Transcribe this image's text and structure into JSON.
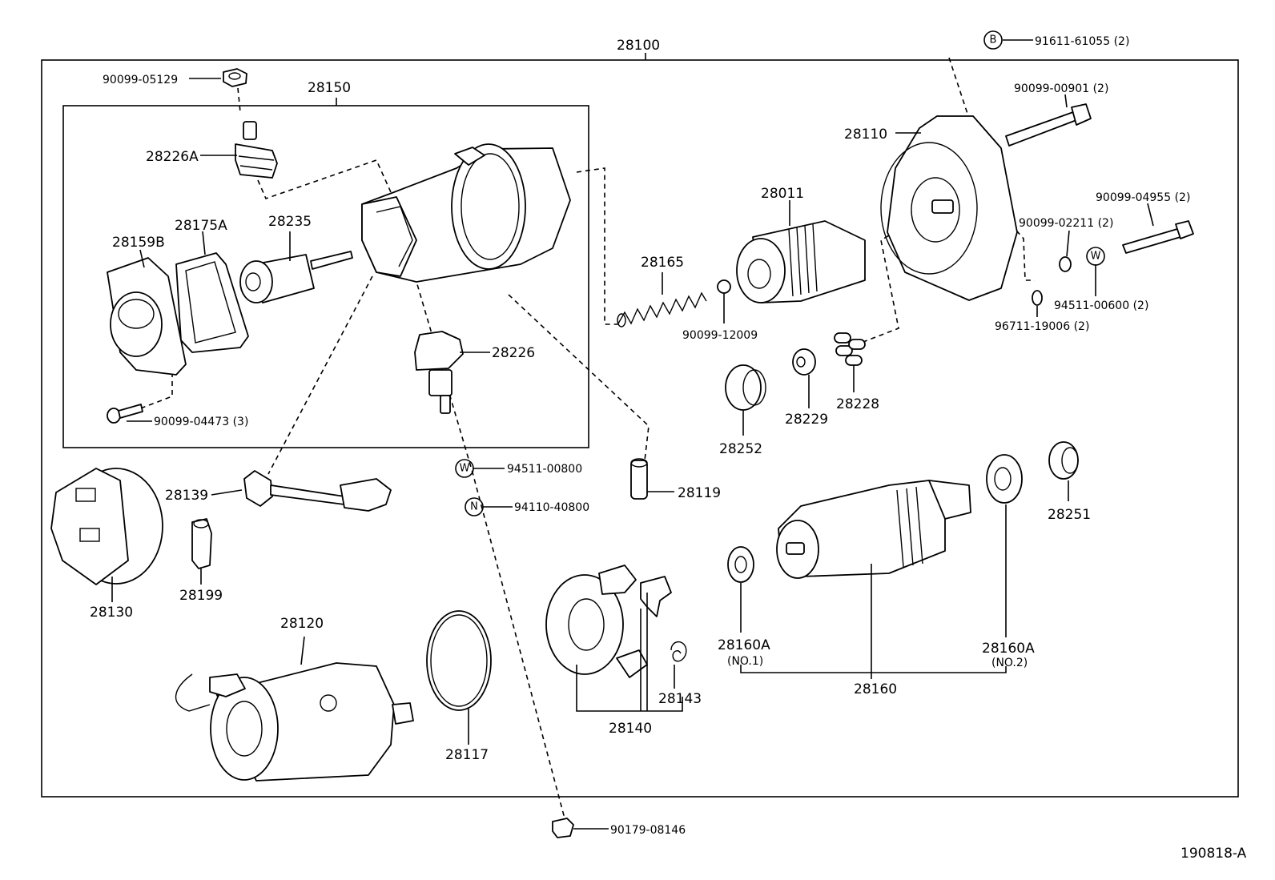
{
  "assembly": {
    "main": "28100",
    "sub": "28150"
  },
  "labels": {
    "p90099_05129": "90099-05129",
    "p28226A": "28226A",
    "p28159B": "28159B",
    "p28175A": "28175A",
    "p28235": "28235",
    "p28226": "28226",
    "p90099_04473": "90099-04473 (3)",
    "p94511_00800": "94511-00800",
    "p94110_40800": "94110-40800",
    "p28139": "28139",
    "p28199": "28199",
    "p28130": "28130",
    "p28120": "28120",
    "p28117": "28117",
    "p90179_08146": "90179-08146",
    "p28119": "28119",
    "p28165": "28165",
    "p90099_12009": "90099-12009",
    "p28011": "28011",
    "p28252": "28252",
    "p28229": "28229",
    "p28228": "28228",
    "p28110": "28110",
    "p91611_61055": "91611-61055 (2)",
    "p90099_00901": "90099-00901 (2)",
    "p90099_04955": "90099-04955 (2)",
    "p90099_02211": "90099-02211 (2)",
    "p94511_00600": "94511-00600 (2)",
    "p96711_19006": "96711-19006 (2)",
    "p28251": "28251",
    "p28160A_1": "28160A",
    "p28160A_1_sub": "(NO.1)",
    "p28160A_2": "28160A",
    "p28160A_2_sub": "(NO.2)",
    "p28160": "28160",
    "p28140": "28140",
    "p28143": "28143"
  },
  "markers": {
    "b": "B",
    "w1": "W",
    "n": "N",
    "w2": "W"
  },
  "figure_id": "190818-A"
}
